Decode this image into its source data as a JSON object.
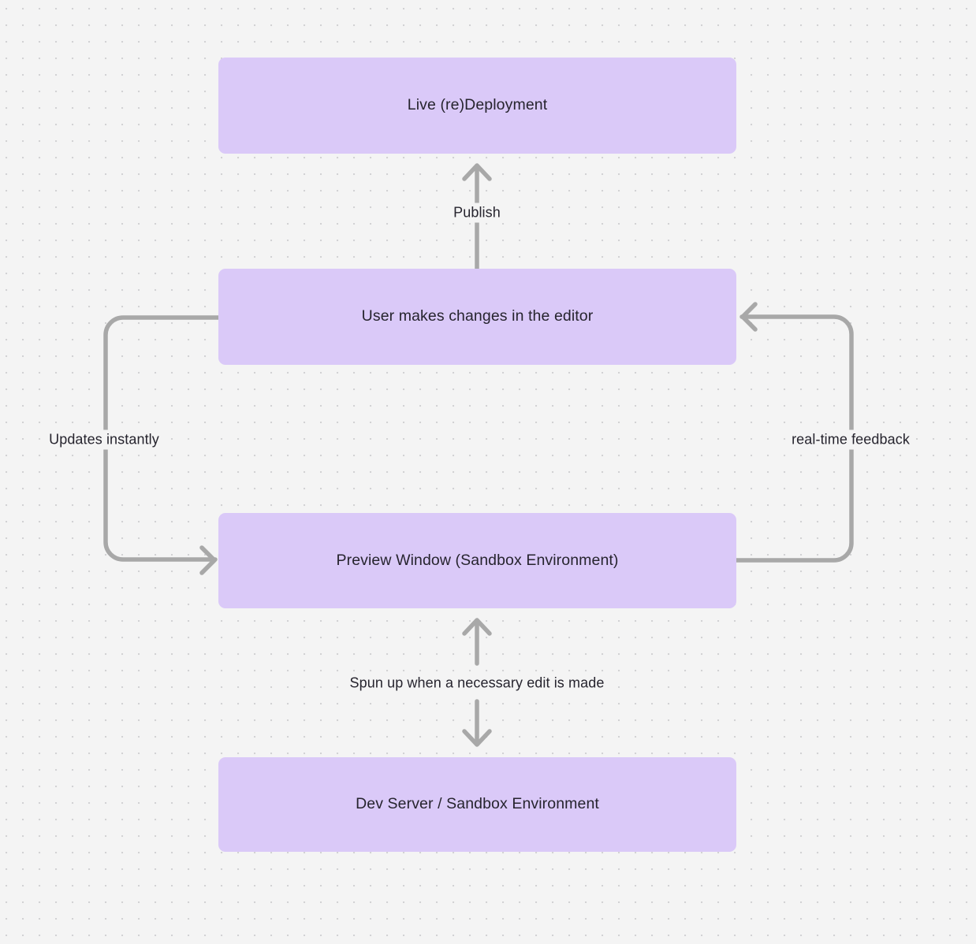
{
  "diagram": {
    "title": "Live redeployment preview loop flowchart",
    "background_color": "#f4f4f4",
    "node_fill_color": "#dac9f8",
    "node_text_color": "#26242e",
    "edge_color": "#a8a8a8",
    "nodes": [
      {
        "id": "live",
        "label": "Live (re)Deployment"
      },
      {
        "id": "editor",
        "label": "User makes changes in the editor"
      },
      {
        "id": "preview",
        "label": "Preview Window (Sandbox Environment)"
      },
      {
        "id": "devserver",
        "label": "Dev Server / Sandbox Environment"
      }
    ],
    "edges": [
      {
        "id": "publish",
        "from": "editor",
        "to": "live",
        "label": "Publish",
        "direction": "up"
      },
      {
        "id": "updates",
        "from": "editor",
        "to": "preview",
        "label": "Updates instantly",
        "direction": "down-left-loop"
      },
      {
        "id": "realtime",
        "from": "preview",
        "to": "editor",
        "label": "real-time feedback",
        "direction": "up-right-loop"
      },
      {
        "id": "spun",
        "from": "preview",
        "to": "devserver",
        "label": "Spun up when a necessary edit is made",
        "direction": "bidirectional"
      }
    ]
  }
}
